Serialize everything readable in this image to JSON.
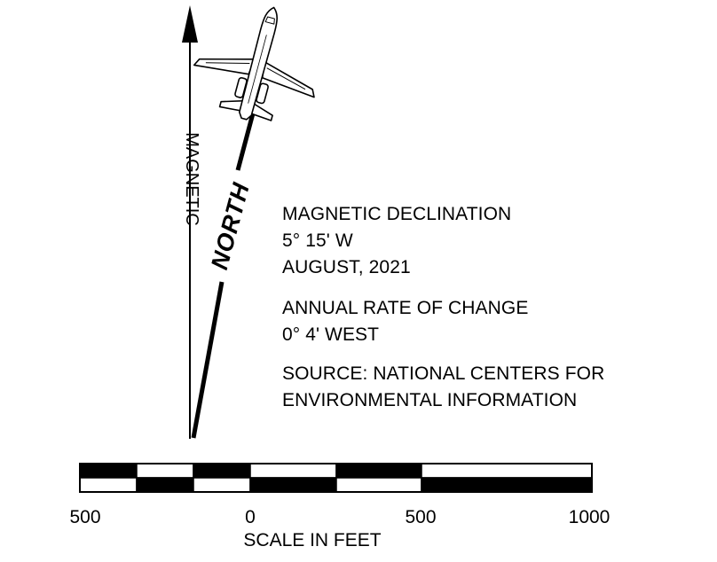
{
  "magnetic_label": "MAGNETIC",
  "north_label": "NORTH",
  "declination": {
    "title": "MAGNETIC DECLINATION",
    "value": "5° 15' W",
    "date": "AUGUST, 2021",
    "rate_title": "ANNUAL RATE OF CHANGE",
    "rate_value": "0° 4' WEST",
    "source_line1": "SOURCE: NATIONAL CENTERS FOR",
    "source_line2": "ENVIRONMENTAL INFORMATION"
  },
  "scale": {
    "title": "SCALE IN FEET",
    "ticks": [
      "500",
      "0",
      "500",
      "1000"
    ]
  },
  "icons": {
    "aircraft": "jet-aircraft-icon",
    "arrow": "arrowhead-icon"
  },
  "colors": {
    "ink": "#000000",
    "paper": "#ffffff"
  }
}
